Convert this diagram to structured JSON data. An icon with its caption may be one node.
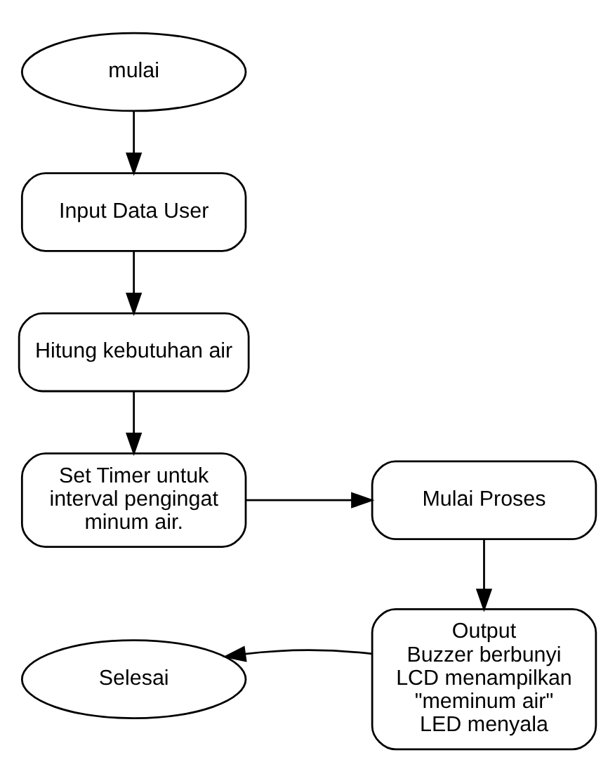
{
  "diagram": {
    "nodes": [
      {
        "text": [
          "mulai"
        ]
      },
      {
        "text": [
          "Input Data User"
        ]
      },
      {
        "text": [
          "Hitung kebutuhan air"
        ]
      },
      {
        "text": [
          "Set Timer untuk interval pengingat minum air."
        ]
      },
      {
        "text": [
          "Mulai Proses"
        ]
      },
      {
        "text": [
          "Output",
          "Buzzer berbunyi",
          "LCD menampilkan \"meminum air\"",
          "LED menyala"
        ]
      },
      {
        "text": [
          "Selesai"
        ]
      }
    ],
    "edges": [
      {
        "from": 0,
        "to": 1,
        "arrow": "to"
      },
      {
        "from": 1,
        "to": 2,
        "arrow": "to"
      },
      {
        "from": 2,
        "to": 3,
        "arrow": "to"
      },
      {
        "from": 3,
        "to": 4,
        "arrow": "to"
      },
      {
        "from": 4,
        "to": 5,
        "arrow": "to"
      },
      {
        "from": 5,
        "to": 6,
        "arrow": "to"
      }
    ]
  }
}
